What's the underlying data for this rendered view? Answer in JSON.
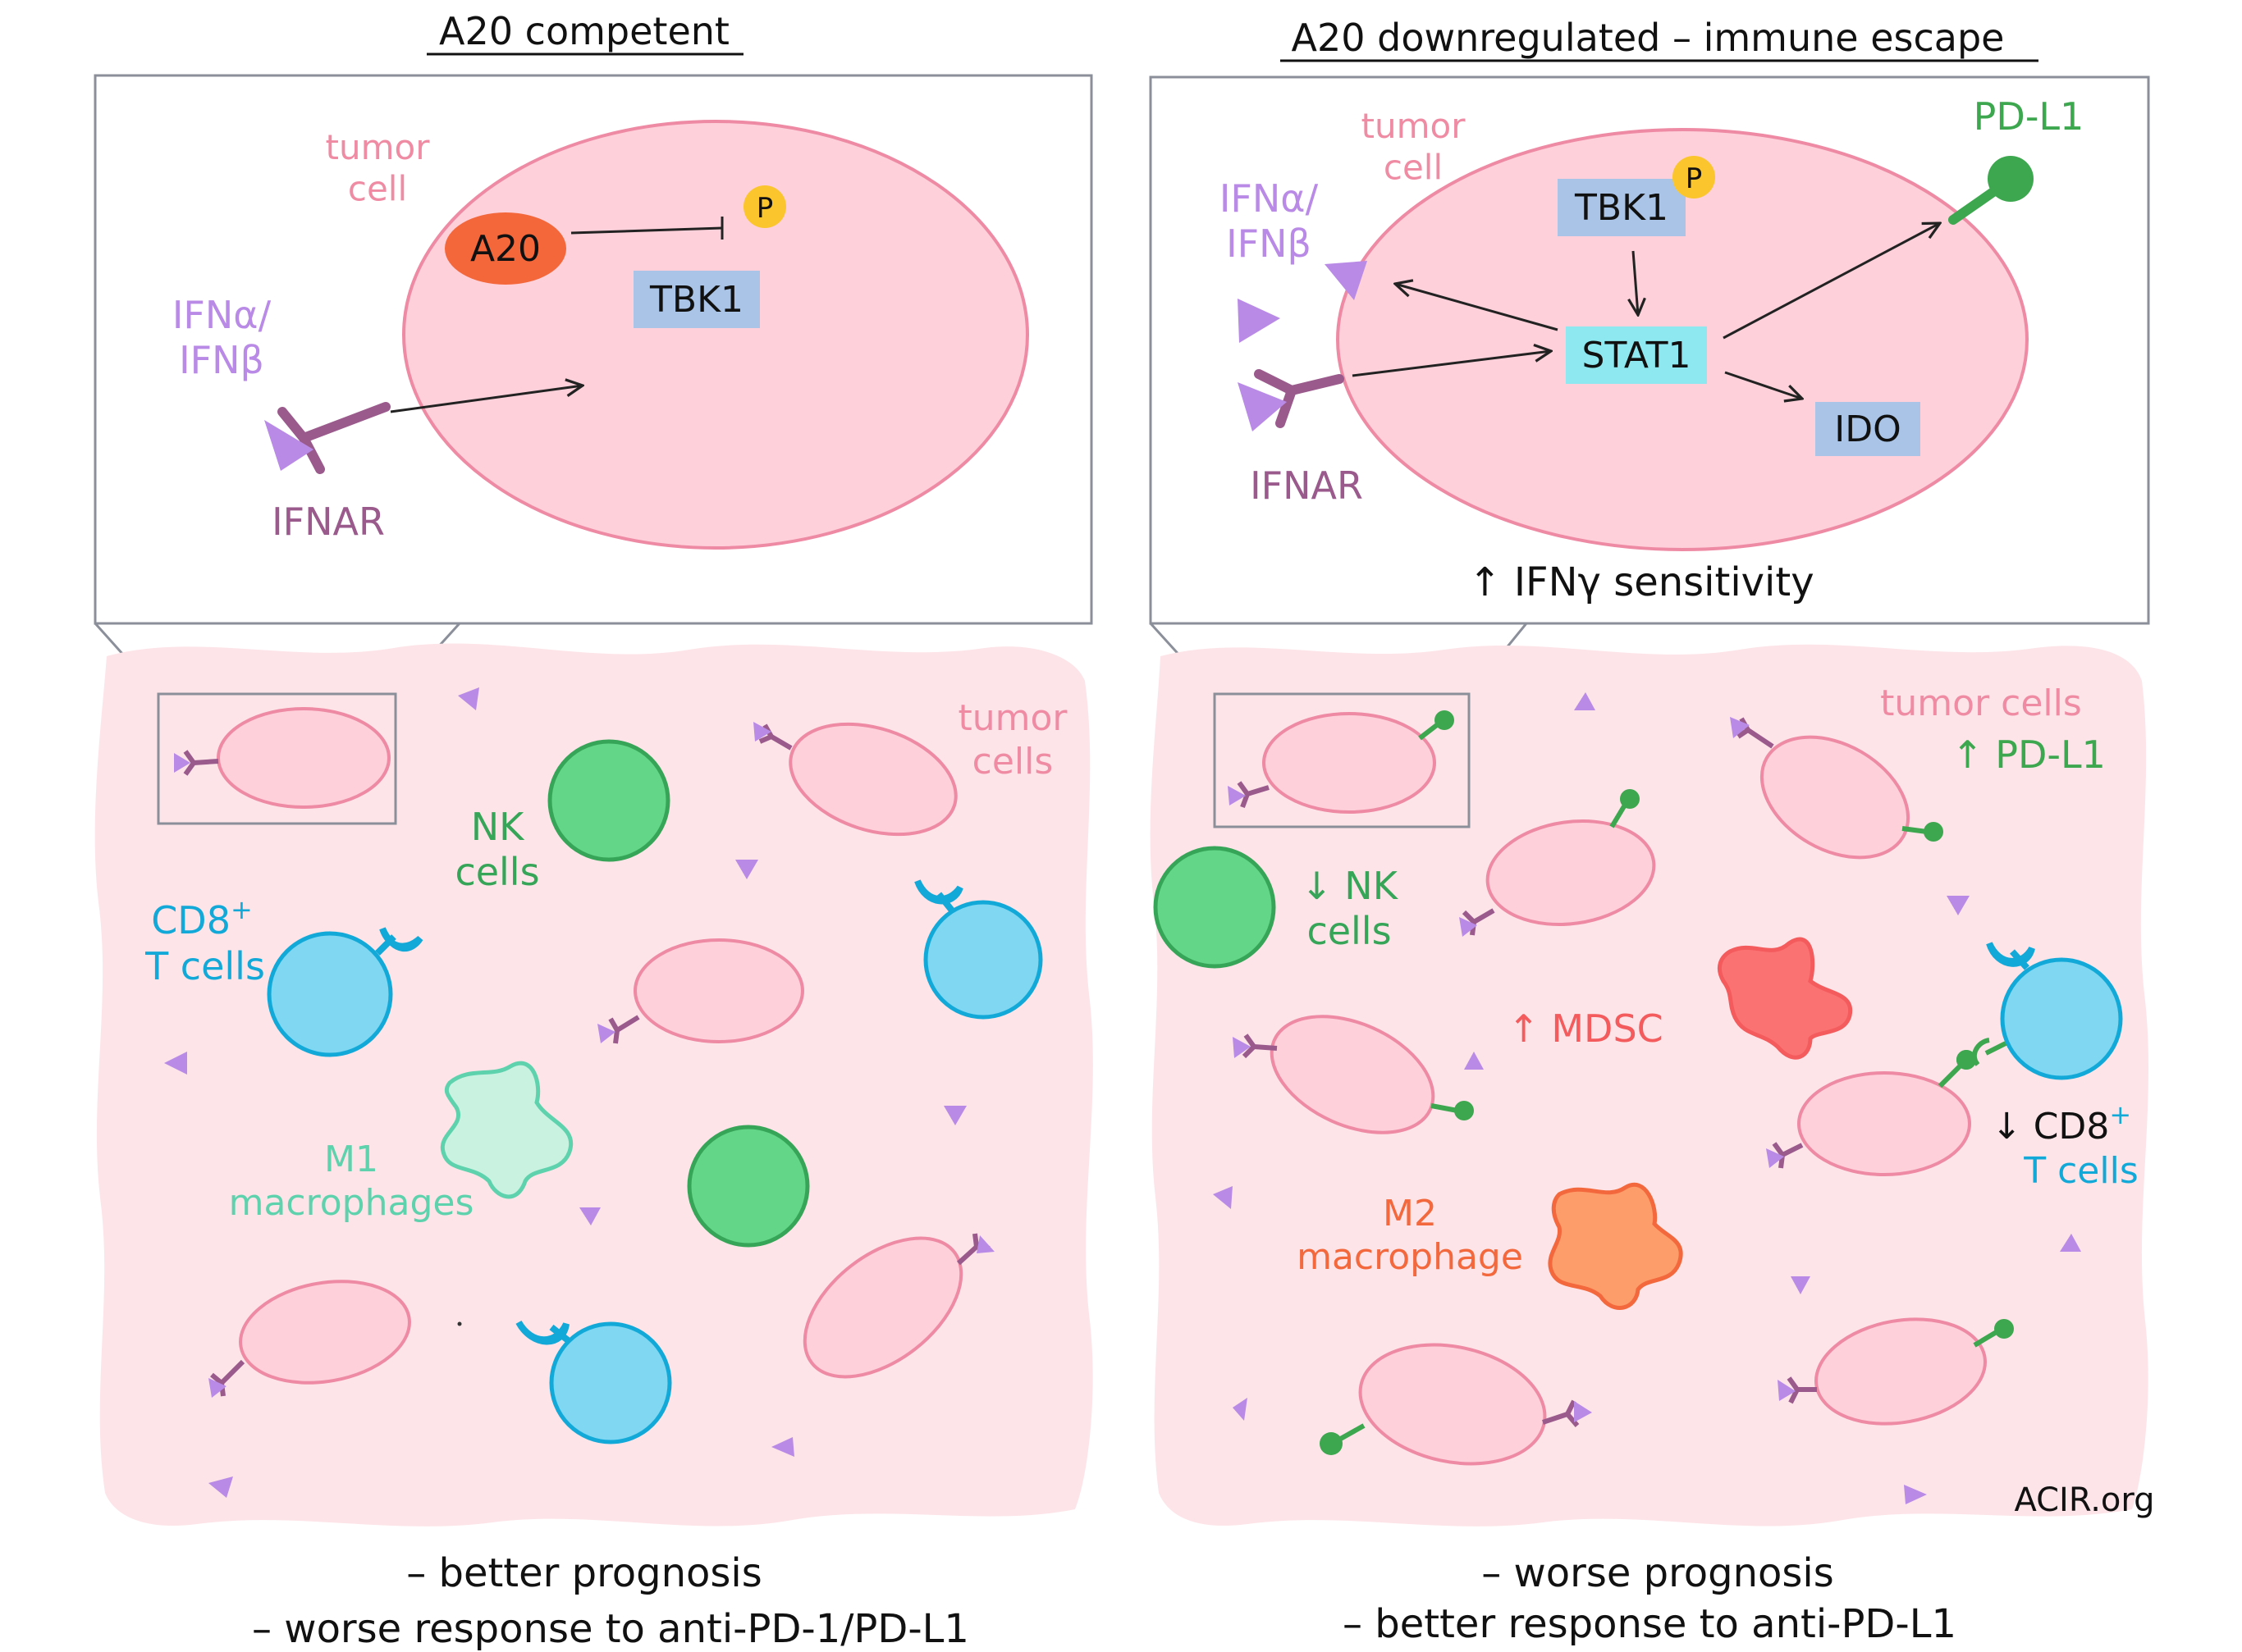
{
  "left": {
    "title": "A20 competent",
    "zoom": {
      "tumor_cell": "tumor\ncell",
      "a20": "A20",
      "p": "P",
      "tbk1": "TBK1",
      "ifn": "IFNα/\nIFNβ",
      "ifnar": "IFNAR"
    },
    "tme": {
      "tumor_cells": "tumor\ncells",
      "nk": "NK\ncells",
      "cd8_main": "CD8",
      "cd8_sup": "+",
      "cd8_sub": "T cells",
      "m1": "M1\nmacrophages"
    },
    "outcome": [
      "– better prognosis",
      "– worse response to anti-PD-1/PD-L1"
    ]
  },
  "right": {
    "title": "A20 downregulated – immune escape",
    "zoom": {
      "tumor_cell": "tumor\ncell",
      "pdl1": "PD-L1",
      "ifn": "IFNα/\nIFNβ",
      "ifnar": "IFNAR",
      "tbk1": "TBK1",
      "p": "P",
      "stat1": "STAT1",
      "ido": "IDO",
      "ifng": "↑ IFNγ sensitivity"
    },
    "tme": {
      "tumor_cells": "tumor cells",
      "pdl1_up": "↑ PD-L1",
      "nk": "↓ NK\ncells",
      "mdsc": "↑ MDSC",
      "cd8_main": "↓ CD8",
      "cd8_sup": "+",
      "cd8_sub": "T cells",
      "m2": "M2\nmacrophage",
      "source": "ACIR.org"
    },
    "outcome": [
      "– worse prognosis",
      "– better response to anti-PD-L1"
    ]
  },
  "colors": {
    "tme_bg": "#fde4e8",
    "tumor_fill": "#fdd0da",
    "tumor_stroke": "#ee8aa3",
    "tumor_text": "#ef8ca4",
    "a20": "#f4673a",
    "p_badge": "#fbc52d",
    "tbk1_box": "#a9c4e6",
    "stat1_box": "#8de9ef",
    "ido_box": "#a9c4e6",
    "ifn": "#b98ae6",
    "ifnar": "#9a5a8c",
    "nk_fill": "#63d688",
    "nk_stroke": "#36a558",
    "cd8_fill": "#7fd7f2",
    "cd8_stroke": "#12a9d9",
    "m1_fill": "#c9f2e1",
    "m1_stroke": "#5ed2ad",
    "m2_fill": "#fd9d6a",
    "m2_stroke": "#f3683c",
    "mdsc_fill": "#fb7273",
    "mdsc_stroke": "#f35b5d",
    "pdl1": "#3da74f"
  }
}
